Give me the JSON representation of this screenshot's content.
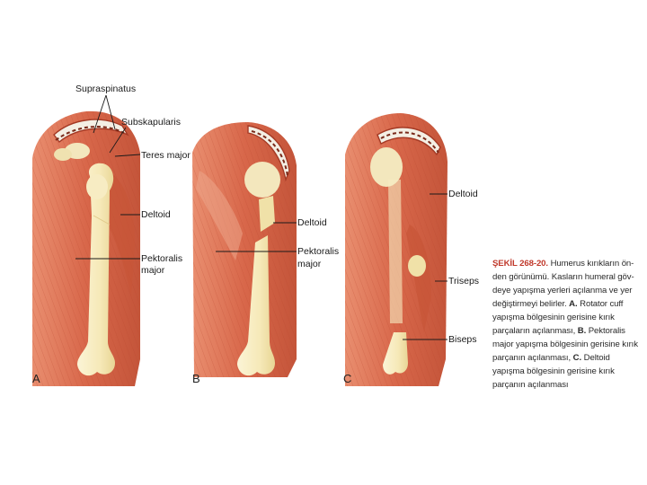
{
  "panels": [
    {
      "letter": "A",
      "labels": {
        "supraspinatus": "Supraspinatus",
        "subscapularis": "Subskapularis",
        "teres_major": "Teres major",
        "deltoid": "Deltoid",
        "pectoralis_line1": "Pektoralis",
        "pectoralis_line2": "major"
      }
    },
    {
      "letter": "B",
      "labels": {
        "deltoid": "Deltoid",
        "pectoralis_line1": "Pektoralis",
        "pectoralis_line2": "major"
      }
    },
    {
      "letter": "C",
      "labels": {
        "deltoid": "Deltoid",
        "triceps": "Triseps",
        "biceps": "Biseps"
      }
    }
  ],
  "caption": {
    "heading": "ŞEKİL 268-20.",
    "part1": "Humerus kırıkların ön­den görünümü. Kasların humeral göv­deye yapışma yerleri açılanma ve yer de­ğiştirmeyi belirler.",
    "a_marker": "A.",
    "part_a": "Rotator cuff yapış­ma bölgesinin gerisine kırık parçaların açılanması,",
    "b_marker": "B.",
    "part_b": "Pektoralis major yapışma bölgesinin gerisine kırık parçanın açılan­ması,",
    "c_marker": "C.",
    "part_c": "Deltoid yapışma bölgesinin ge­risine kırık parçanın açılanması"
  },
  "colors": {
    "muscle": "#d8674a",
    "muscle_dark": "#b9472f",
    "muscle_light": "#eda58a",
    "bone": "#f7ecc3",
    "bone_shade": "#e6d59a",
    "tendon": "#f4efe4",
    "caption_head": "#c0392b"
  }
}
